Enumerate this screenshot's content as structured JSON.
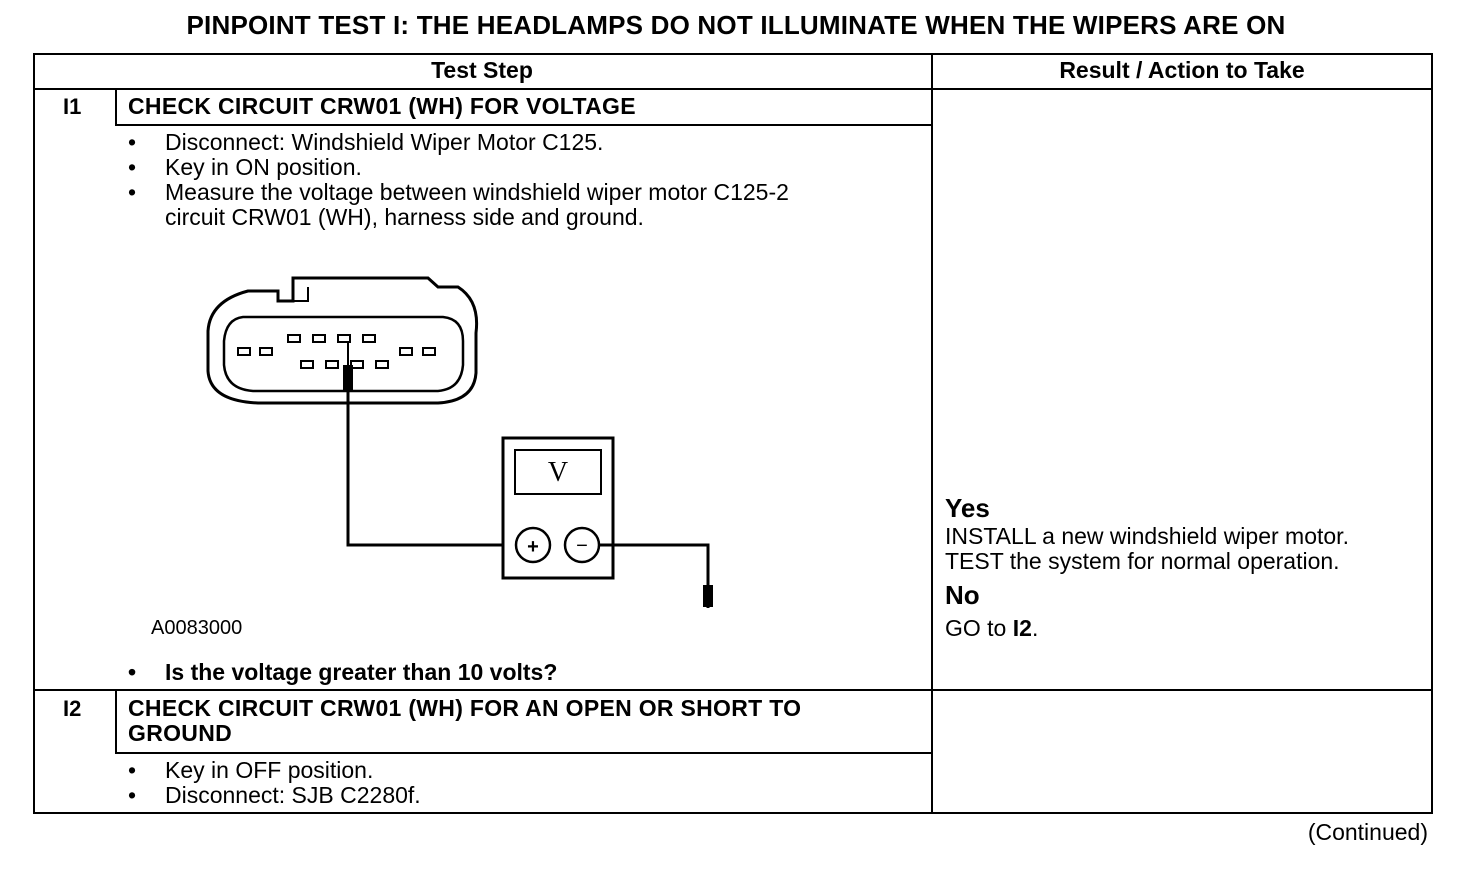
{
  "title": "PINPOINT TEST I: THE HEADLAMPS DO NOT ILLUMINATE WHEN THE WIPERS ARE ON",
  "table": {
    "col_test_step": "Test Step",
    "col_result": "Result / Action to Take"
  },
  "step1": {
    "id": "I1",
    "title": "CHECK CIRCUIT CRW01 (WH) FOR VOLTAGE",
    "bullets": [
      "Disconnect: Windshield Wiper Motor C125.",
      "Key in ON position.",
      "Measure the voltage between windshield wiper motor C125-2",
      "circuit CRW01 (WH), harness side and ground."
    ],
    "figure_code": "A0083000",
    "meter_label": "V",
    "question": "Is the voltage greater than 10 volts?",
    "yes_label": "Yes",
    "yes_line1": "INSTALL a new windshield wiper motor.",
    "yes_line2": "TEST the system for normal operation.",
    "no_label": "No",
    "no_text": "GO to ",
    "no_target": "I2",
    "no_end": "."
  },
  "step2": {
    "id": "I2",
    "title_line1": "CHECK CIRCUIT CRW01 (WH) FOR AN OPEN OR SHORT TO",
    "title_line2": "GROUND",
    "bullets": [
      "Key in OFF position.",
      "Disconnect: SJB C2280f."
    ]
  },
  "footer": {
    "continued": "(Continued)"
  }
}
